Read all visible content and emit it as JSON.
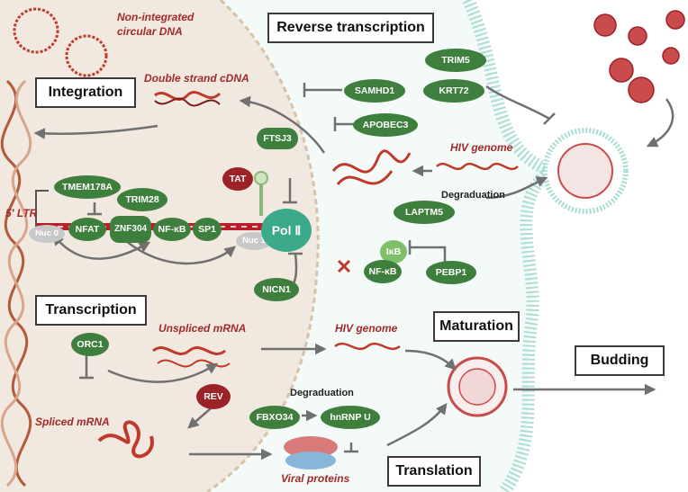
{
  "boxes": {
    "reverse_transcription": "Reverse transcription",
    "integration": "Integration",
    "transcription": "Transcription",
    "maturation": "Maturation",
    "budding": "Budding",
    "translation": "Translation"
  },
  "labels": {
    "non_integrated": "Non-integrated",
    "circular_dna": "circular DNA",
    "double_strand_cdna": "Double strand cDNA",
    "hiv_genome_top": "HIV genome",
    "hiv_genome_mid": "HIV genome",
    "five_ltr": "5′ LTR",
    "unspliced_mrna": "Unspliced mRNA",
    "spliced_mrna": "Spliced mRNA",
    "viral_proteins": "Viral proteins",
    "degradation_top": "Degraduation",
    "degradation_bottom": "Degraduation"
  },
  "proteins": {
    "trim5": "TRIM5",
    "samhd1": "SAMHD1",
    "krt72": "KRT72",
    "apobec3": "APOBEC3",
    "ftsj3": "FTSJ3",
    "tat": "TAT",
    "tmem178a": "TMEM178A",
    "trim28": "TRIM28",
    "nuc0": "Nuc 0",
    "nfat": "NFAT",
    "znf304": "ZNF304",
    "nfkb_promoter": "NF-κB",
    "sp1": "SP1",
    "nuc1": "Nuc 1",
    "pol2": "Pol Ⅱ",
    "laptm5": "LAPTM5",
    "ikb": "IκB",
    "nfkb": "NF-κB",
    "pebp1": "PEBP1",
    "nicn1": "NICN1",
    "orc1": "ORC1",
    "rev": "REV",
    "fbxo34": "FBXO34",
    "hnrnpu": "hnRNP U"
  },
  "colors": {
    "nucleus": "#f1e8df",
    "cytoplasm": "#e9f6f3",
    "membrane": "#bfe3de",
    "protein_green": "#3f7f3d",
    "protein_light": "#7fbf6a",
    "protein_red": "#9b2226",
    "rna_red": "#c0392b",
    "label_red": "#a12a2a"
  }
}
